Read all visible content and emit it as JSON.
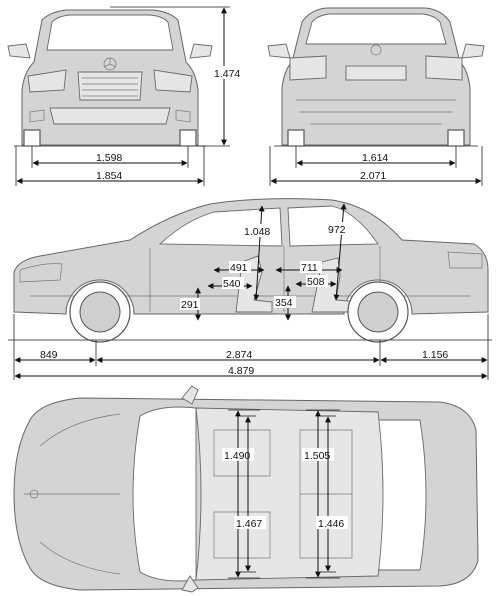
{
  "dimensions": {
    "front_height": "1.474",
    "front_track": "1.598",
    "front_width": "1.854",
    "rear_track": "1.614",
    "rear_width_mirrors": "2.071",
    "front_headroom": "1.048",
    "rear_headroom": "972",
    "front_seat_depth": "491",
    "front_legroom": "540",
    "rear_kneeroom": "711",
    "rear_seat_depth": "508",
    "front_seat_height": "291",
    "rear_seat_height": "354",
    "front_overhang": "849",
    "wheelbase": "2.874",
    "rear_overhang": "1.156",
    "length": "4.879",
    "front_shoulder_width": "1.490",
    "front_elbow_width": "1.467",
    "rear_shoulder_width": "1.505",
    "rear_elbow_width": "1.446"
  }
}
